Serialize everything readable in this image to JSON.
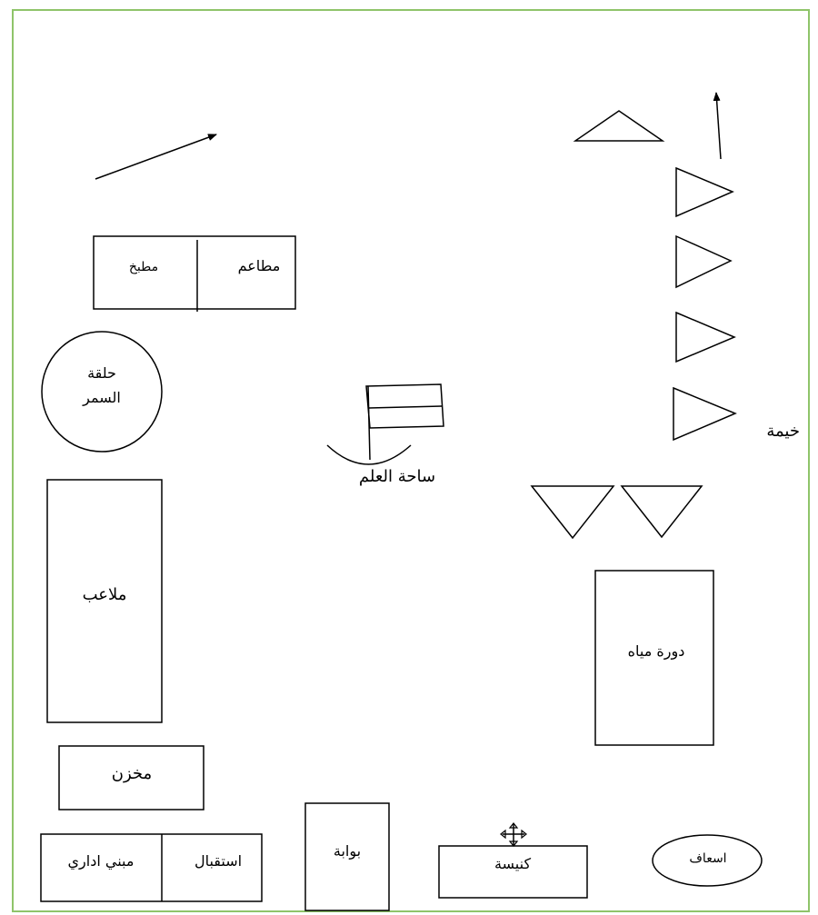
{
  "colors": {
    "frame_border": "#8fc46a",
    "stroke": "#000000",
    "background": "#ffffff"
  },
  "labels": {
    "kitchen": "مطبخ",
    "restaurants": "مطاعم",
    "campfire_line1": "حلقة",
    "campfire_line2": "السمر",
    "flag_square": "ساحة العلم",
    "tent": "خيمة",
    "playgrounds": "ملاعب",
    "restrooms": "دورة مياه",
    "storage": "مخزن",
    "admin_building": "مبني اداري",
    "reception": "استقبال",
    "gate": "بوابة",
    "church": "كنيسة",
    "first_aid": "اسعاف"
  },
  "icons": {
    "church_cross": "cross-icon",
    "flag": "flag-icon",
    "tent": "tent-icon"
  }
}
